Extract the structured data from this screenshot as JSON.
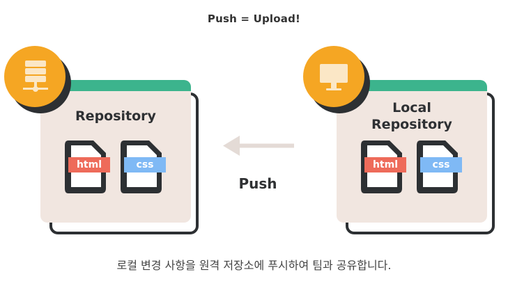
{
  "title": "Push = Upload!",
  "remote": {
    "label": "Repository",
    "icon": "server-icon",
    "files": [
      "html",
      "css"
    ]
  },
  "local": {
    "label_line1": "Local",
    "label_line2": "Repository",
    "icon": "monitor-icon",
    "files": [
      "html",
      "css"
    ]
  },
  "arrow": {
    "label": "Push",
    "direction": "left"
  },
  "caption": "로컬 변경 사항을 원격 저장소에 푸시하여 팀과 공유합니다.",
  "colors": {
    "accent_green": "#3cb48d",
    "badge_orange": "#f5a623",
    "card_bg": "#f1e6e0",
    "outline_dark": "#2d3033",
    "html_tag": "#ee6b5a",
    "css_tag": "#7fb9f5",
    "arrow": "#e4dbd6"
  }
}
